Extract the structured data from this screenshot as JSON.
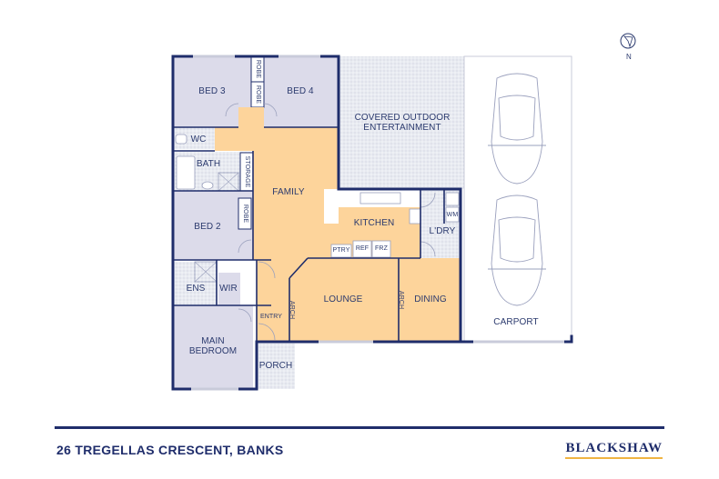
{
  "colors": {
    "wall": "#1f2d6b",
    "bedroom_fill": "#dcdbea",
    "living_fill": "#fdd49b",
    "tile_fill": "#eceef3",
    "outdoor_fill": "#e6e8ee",
    "label": "#2b3a6e",
    "brand_underline": "#f0b442"
  },
  "compass": {
    "label": "N",
    "icon": "north-arrow-icon"
  },
  "rooms": {
    "bed3": "BED 3",
    "bed4": "BED 4",
    "robe1": "ROBE",
    "robe2": "ROBE",
    "wc": "WC",
    "bath": "BATH",
    "storage": "STORAGE",
    "family": "FAMILY",
    "bed2": "BED 2",
    "robe3": "ROBE",
    "ens": "ENS",
    "wir": "WIR",
    "main_bedroom_line1": "MAIN",
    "main_bedroom_line2": "BEDROOM",
    "entry": "ENTRY",
    "arch1": "ARCH",
    "porch": "PORCH",
    "lounge": "LOUNGE",
    "arch2": "ARCH",
    "dining": "DINING",
    "kitchen": "KITCHEN",
    "ptry": "PTRY",
    "ref": "REF",
    "frz": "FRZ",
    "ldry": "L'DRY",
    "wm": "WM",
    "outdoor_line1": "COVERED OUTDOOR",
    "outdoor_line2": "ENTERTAINMENT",
    "carport": "CARPORT"
  },
  "footer": {
    "address": "26 TREGELLAS CRESCENT, BANKS",
    "brand": "BLACKSHAW"
  }
}
